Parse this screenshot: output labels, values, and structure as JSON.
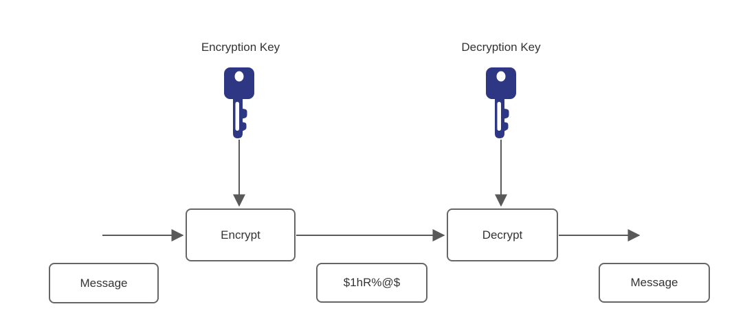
{
  "diagram": {
    "type": "flow-diagram",
    "topic": "symmetric encryption / decryption flow",
    "labels": {
      "encryption_key": "Encryption Key",
      "decryption_key": "Decryption Key"
    },
    "nodes": {
      "encrypt": "Encrypt",
      "decrypt": "Decrypt",
      "message_input": "Message",
      "ciphertext": "$1hR%@$",
      "message_output": "Message"
    },
    "icons": {
      "encryption_key": "key-icon",
      "decryption_key": "key-icon"
    },
    "flow": [
      "message_input -> encrypt",
      "encryption_key -> encrypt",
      "encrypt -> decrypt (ciphertext)",
      "decryption_key -> decrypt",
      "decrypt -> message_output"
    ],
    "colors": {
      "key_fill": "#2d3784",
      "box_border": "#666666",
      "arrow": "#595959",
      "text": "#333333",
      "background": "#ffffff"
    }
  }
}
